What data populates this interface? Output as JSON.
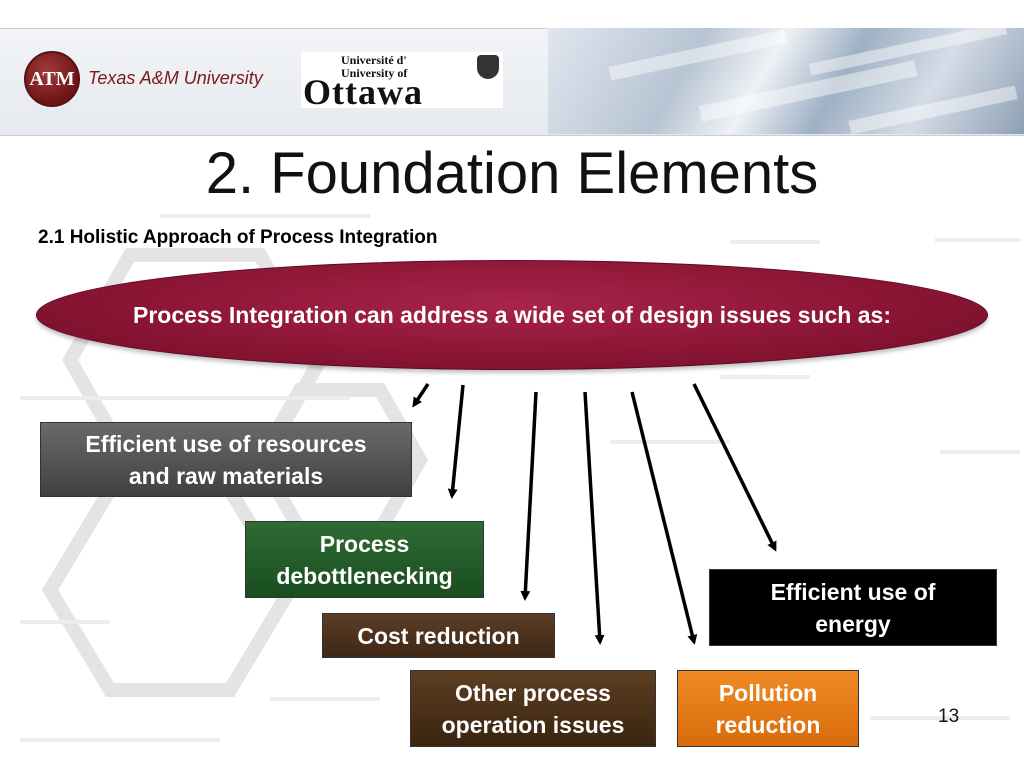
{
  "header": {
    "tamu_seal": "ATM",
    "tamu_name": "Texas A&M University",
    "ottawa_line1": "Université d'",
    "ottawa_line2": "University of",
    "ottawa_word": "Ottawa"
  },
  "slide": {
    "title": "2. Foundation Elements",
    "subtitle": "2.1 Holistic Approach of Process Integration",
    "ellipse_text": "Process Integration can address a wide set of design issues such as:",
    "page_number": "13"
  },
  "boxes": {
    "resources": [
      "Efficient use of resources",
      "and raw materials"
    ],
    "debottlenecking": [
      "Process",
      "debottlenecking"
    ],
    "cost": "Cost reduction",
    "energy": [
      "Efficient use of",
      "energy"
    ],
    "other": [
      "Other process",
      "operation issues"
    ],
    "pollution": [
      "Pollution",
      "reduction"
    ]
  },
  "colors": {
    "ellipse": "#8c1535",
    "resources_box": "#505050",
    "debottlenecking_box": "#24592a",
    "cost_box": "#4a321d",
    "energy_box": "#000000",
    "other_box": "#4a3118",
    "pollution_box": "#e57a16"
  }
}
